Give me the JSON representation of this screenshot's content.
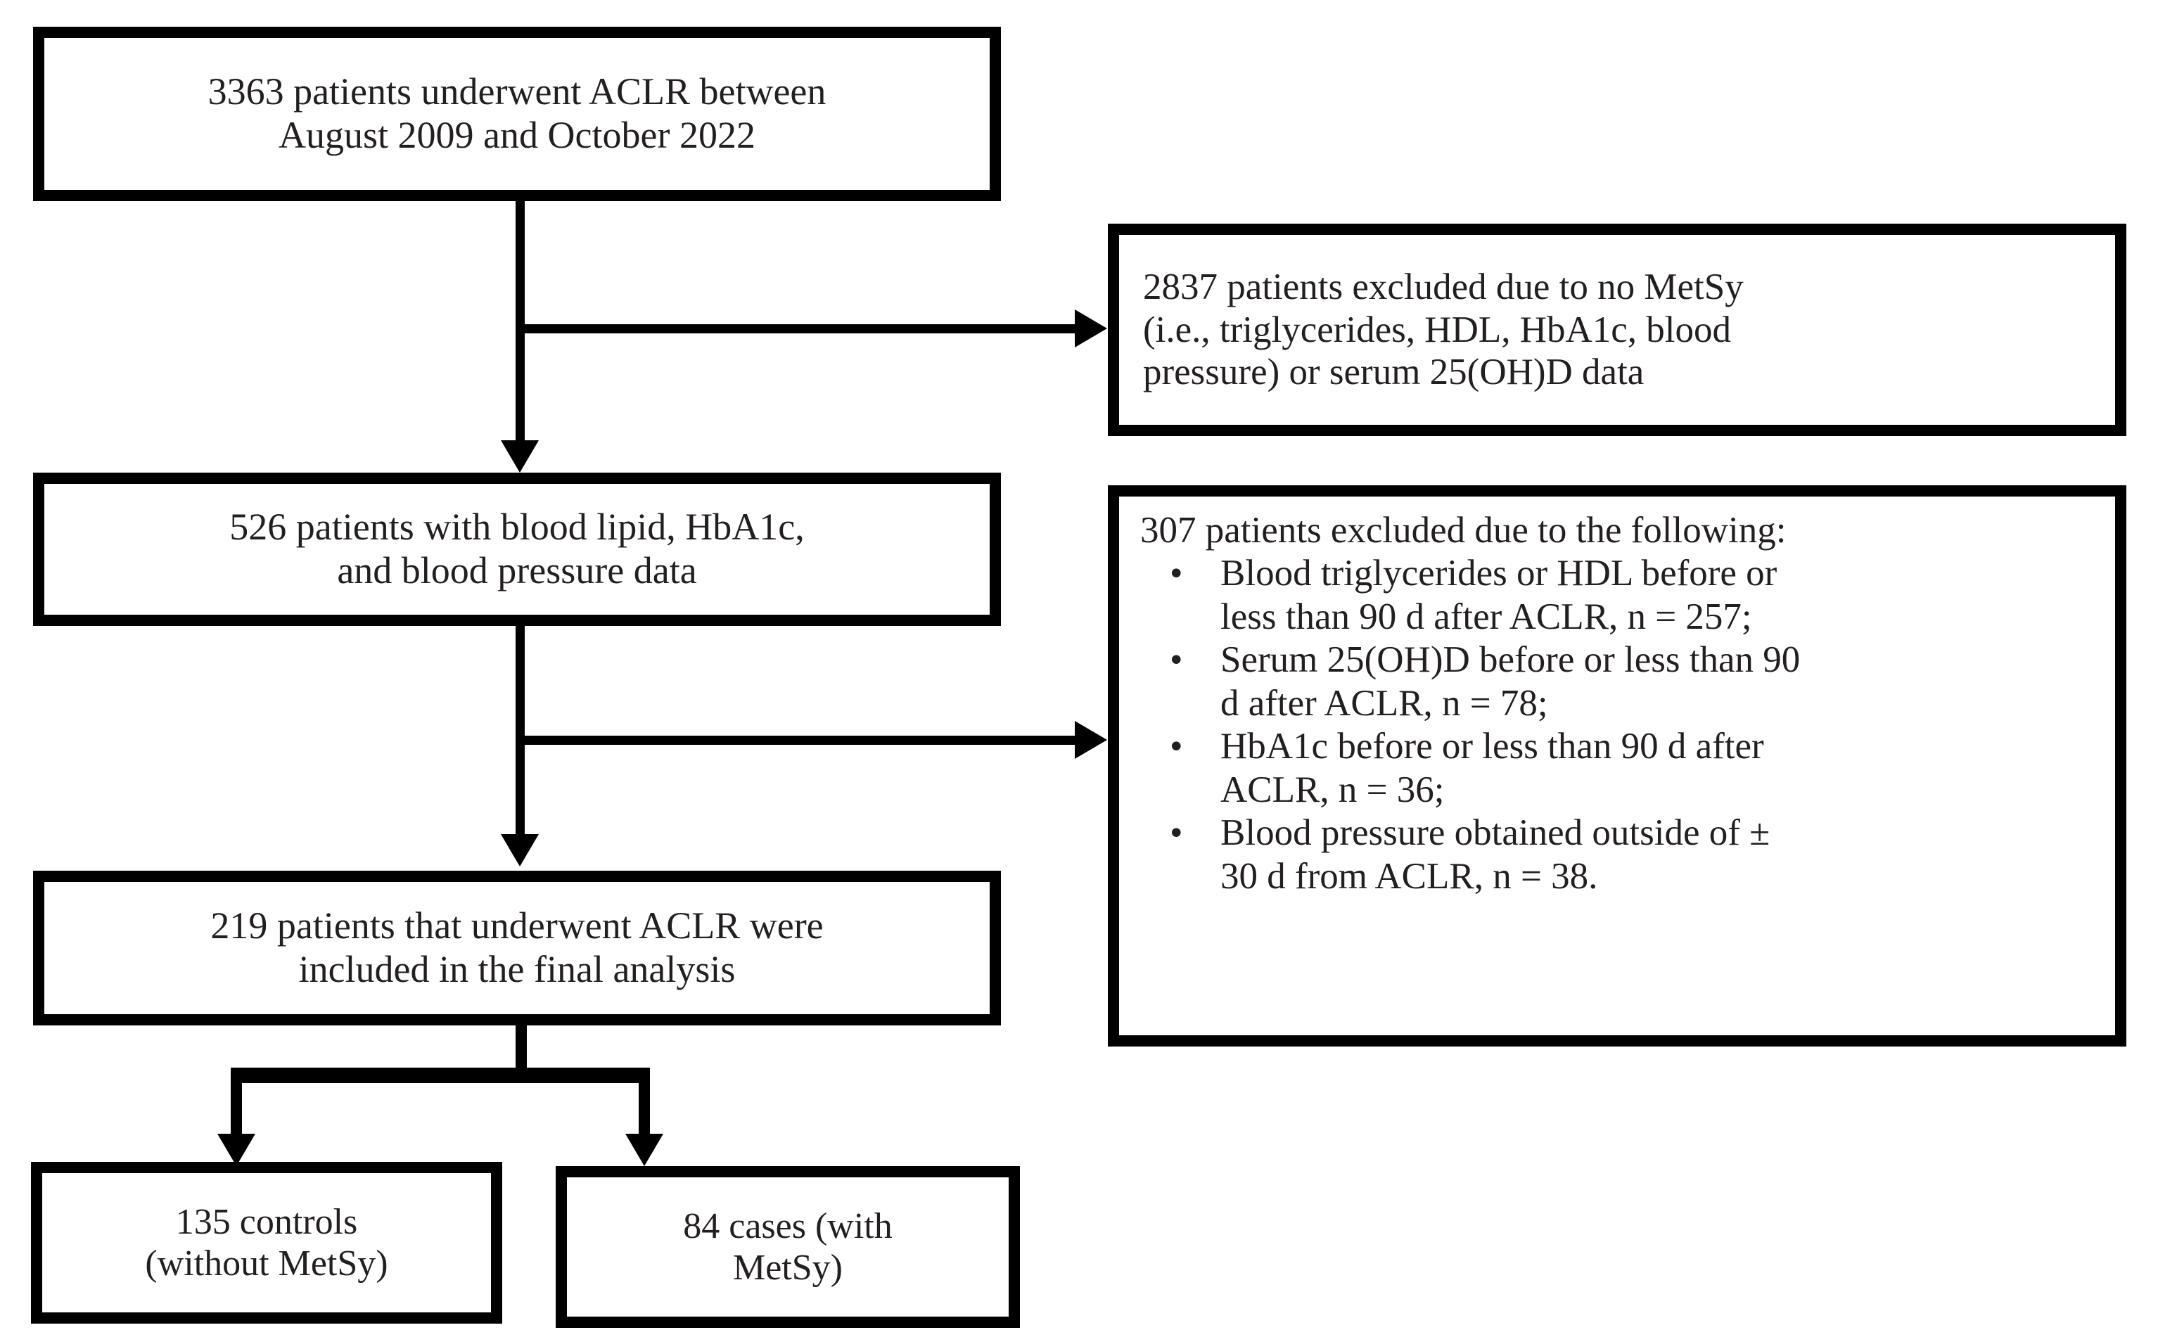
{
  "diagram": {
    "title": "Patient selection flowchart for ACLR and metabolic syndrome study",
    "type": "flowchart",
    "colors": {
      "box_border": "#000000",
      "box_fill": "#ffffff",
      "text": "#231f20",
      "connector": "#000000"
    }
  },
  "nodes": {
    "enrolled": {
      "id": "enrolled",
      "lines": [
        "3363 patients underwent ACLR between",
        "August 2009 and October 2022"
      ],
      "count": 3363
    },
    "excluded_no_data": {
      "id": "excluded_no_data",
      "lines": [
        "2837 patients excluded due to no MetSy",
        "(i.e., triglycerides, HDL, HbA1c, blood",
        "pressure) or serum 25(OH)D data"
      ],
      "count": 2837
    },
    "with_data": {
      "id": "with_data",
      "lines": [
        "526 patients with blood lipid, HbA1c,",
        "and blood pressure data"
      ],
      "count": 526
    },
    "excluded_timing": {
      "id": "excluded_timing",
      "heading": "307 patients excluded due to the following:",
      "count": 307,
      "bullet_glyph": "•",
      "items": [
        {
          "lines": [
            "Blood triglycerides or HDL before or",
            "less than 90 d after ACLR, n = 257;"
          ],
          "n": 257
        },
        {
          "lines": [
            "Serum 25(OH)D before or less than 90",
            "d after ACLR, n = 78;"
          ],
          "n": 78
        },
        {
          "lines": [
            "HbA1c before or less than 90 d after",
            "ACLR, n = 36;"
          ],
          "n": 36
        },
        {
          "lines": [
            "Blood pressure obtained outside of ±",
            "30 d from ACLR, n = 38."
          ],
          "n": 38
        }
      ]
    },
    "final_analysis": {
      "id": "final_analysis",
      "lines": [
        "219 patients that underwent ACLR were",
        "included in the final analysis"
      ],
      "count": 219
    },
    "controls": {
      "id": "controls",
      "lines": [
        "135 controls",
        "(without MetSy)"
      ],
      "count": 135
    },
    "cases": {
      "id": "cases",
      "lines": [
        "84 cases (with",
        "MetSy)"
      ],
      "count": 84
    }
  },
  "edges": [
    {
      "from": "enrolled",
      "to": "with_data",
      "kind": "vertical-arrow"
    },
    {
      "from": "enrolled",
      "to": "excluded_no_data",
      "kind": "branch-right-arrow"
    },
    {
      "from": "with_data",
      "to": "final_analysis",
      "kind": "vertical-arrow"
    },
    {
      "from": "with_data",
      "to": "excluded_timing",
      "kind": "branch-right-arrow"
    },
    {
      "from": "final_analysis",
      "to": "controls",
      "kind": "fork-left-arrow"
    },
    {
      "from": "final_analysis",
      "to": "cases",
      "kind": "fork-right-arrow"
    }
  ]
}
